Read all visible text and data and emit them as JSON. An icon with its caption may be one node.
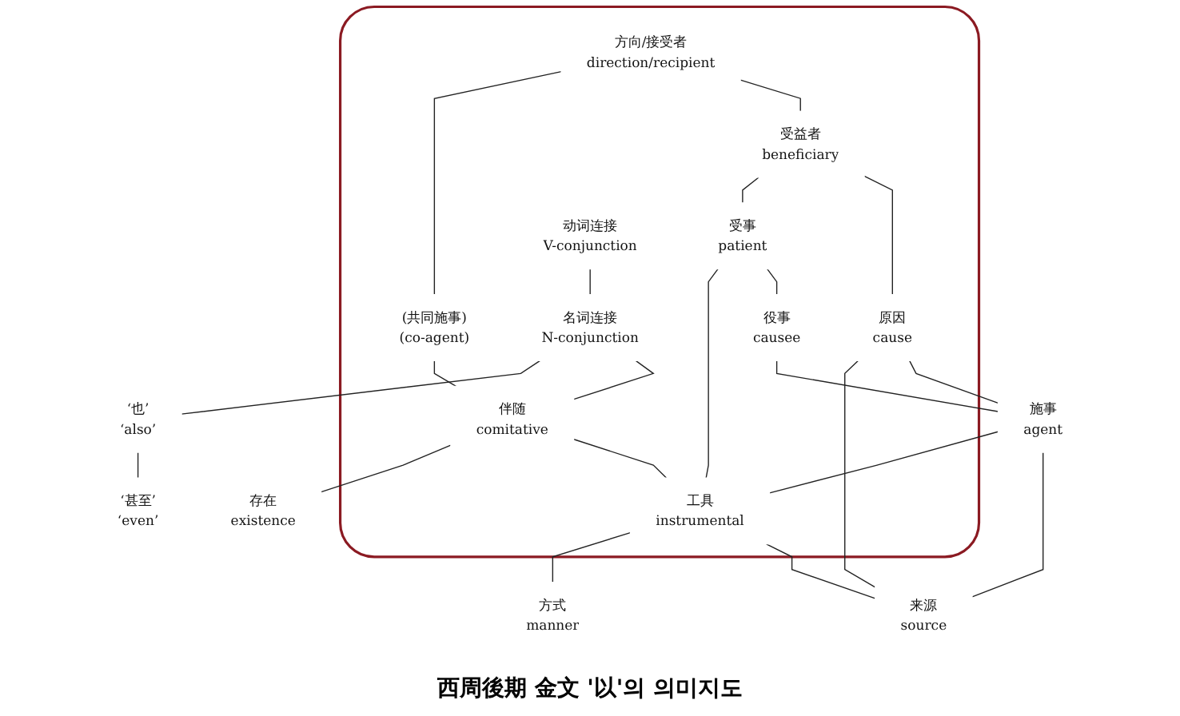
{
  "diagram": {
    "caption": "西周後期 金文 '以'의 의미지도",
    "nodes": [
      {
        "text": [],
        "shape": "outline"
      },
      {
        "text": [
          "方向/接受者",
          "direction/recipient"
        ],
        "in": 0
      },
      {
        "text": [
          "受益者",
          "beneficiary"
        ],
        "in": 0
      },
      {
        "text": [
          "原因",
          "cause"
        ],
        "in": 0
      },
      {
        "text": [
          "役事",
          "causee"
        ],
        "in": 0
      },
      {
        "text": [
          "(共同施事)",
          "(co-agent)"
        ],
        "in": 0
      },
      {
        "text": [
          "受事",
          "patient"
        ],
        "in": 0
      },
      {
        "text": [
          "施事",
          "agent"
        ]
      },
      {
        "text": [
          "动词连接",
          "V-conjunction"
        ],
        "in": 0
      },
      {
        "text": [
          "名词连接",
          "N-conjunction"
        ],
        "in": 0
      },
      {
        "text": [
          "伴随",
          "comitative"
        ],
        "in": 0
      },
      {
        "text": [
          "工具",
          "instrumental"
        ],
        "in": 0
      },
      {
        "text": [
          "来源",
          "source"
        ]
      },
      {
        "text": [
          "方式",
          "manner"
        ]
      },
      {
        "text": [
          "‘也’",
          "‘also’"
        ]
      },
      {
        "text": [
          "存在",
          "existence"
        ]
      },
      {
        "text": [
          "‘甚至’",
          "‘even’"
        ]
      }
    ],
    "edges": [
      {
        "from": 1,
        "to": 2,
        "arrow": "none"
      },
      {
        "from": 2,
        "to": 3,
        "arrow": "none"
      },
      {
        "from": 1,
        "to": 5,
        "arrow": "none"
      },
      {
        "from": 5,
        "to": 10,
        "arrow": "none"
      },
      {
        "from": 2,
        "to": 6,
        "arrow": "none"
      },
      {
        "from": 6,
        "to": 4,
        "arrow": "none"
      },
      {
        "from": 4,
        "to": 7,
        "arrow": "none"
      },
      {
        "from": 3,
        "to": 7,
        "arrow": "none"
      },
      {
        "from": 3,
        "to": 12,
        "arrow": "none"
      },
      {
        "from": 7,
        "to": 12,
        "arrow": "none"
      },
      {
        "from": 7,
        "to": 11,
        "arrow": "none"
      },
      {
        "from": 11,
        "to": 12,
        "arrow": "none"
      },
      {
        "from": 6,
        "to": 11,
        "arrow": "none"
      },
      {
        "from": 8,
        "to": 9,
        "arrow": "none"
      },
      {
        "from": 9,
        "to": 10,
        "arrow": "none"
      },
      {
        "from": 10,
        "to": 11,
        "arrow": "none"
      },
      {
        "from": 11,
        "to": 13,
        "arrow": "none"
      },
      {
        "from": 9,
        "to": 14,
        "arrow": "none"
      },
      {
        "from": 14,
        "to": 16,
        "arrow": "none"
      },
      {
        "from": 10,
        "to": 15,
        "arrow": "none"
      }
    ]
  }
}
